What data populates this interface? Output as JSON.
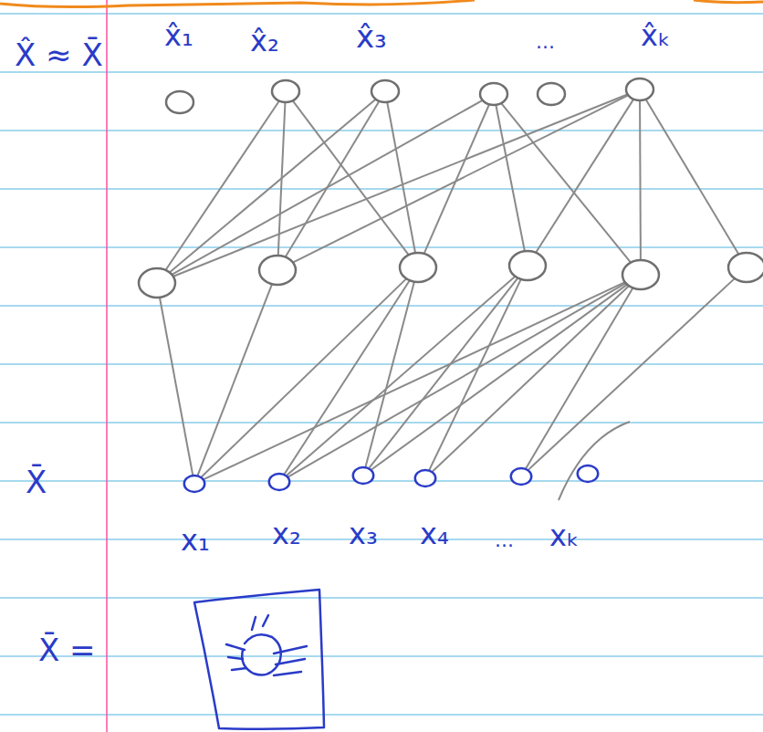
{
  "diagram": {
    "labels": [
      "X̂ ≈ X̄",
      "x̂₁",
      "x̂₂",
      "x̂₃",
      "...",
      "x̂ₖ",
      "X̄",
      "x₁",
      "x₂",
      "x₃",
      "x₄",
      "...",
      "xₖ",
      "X̄ ="
    ]
  }
}
